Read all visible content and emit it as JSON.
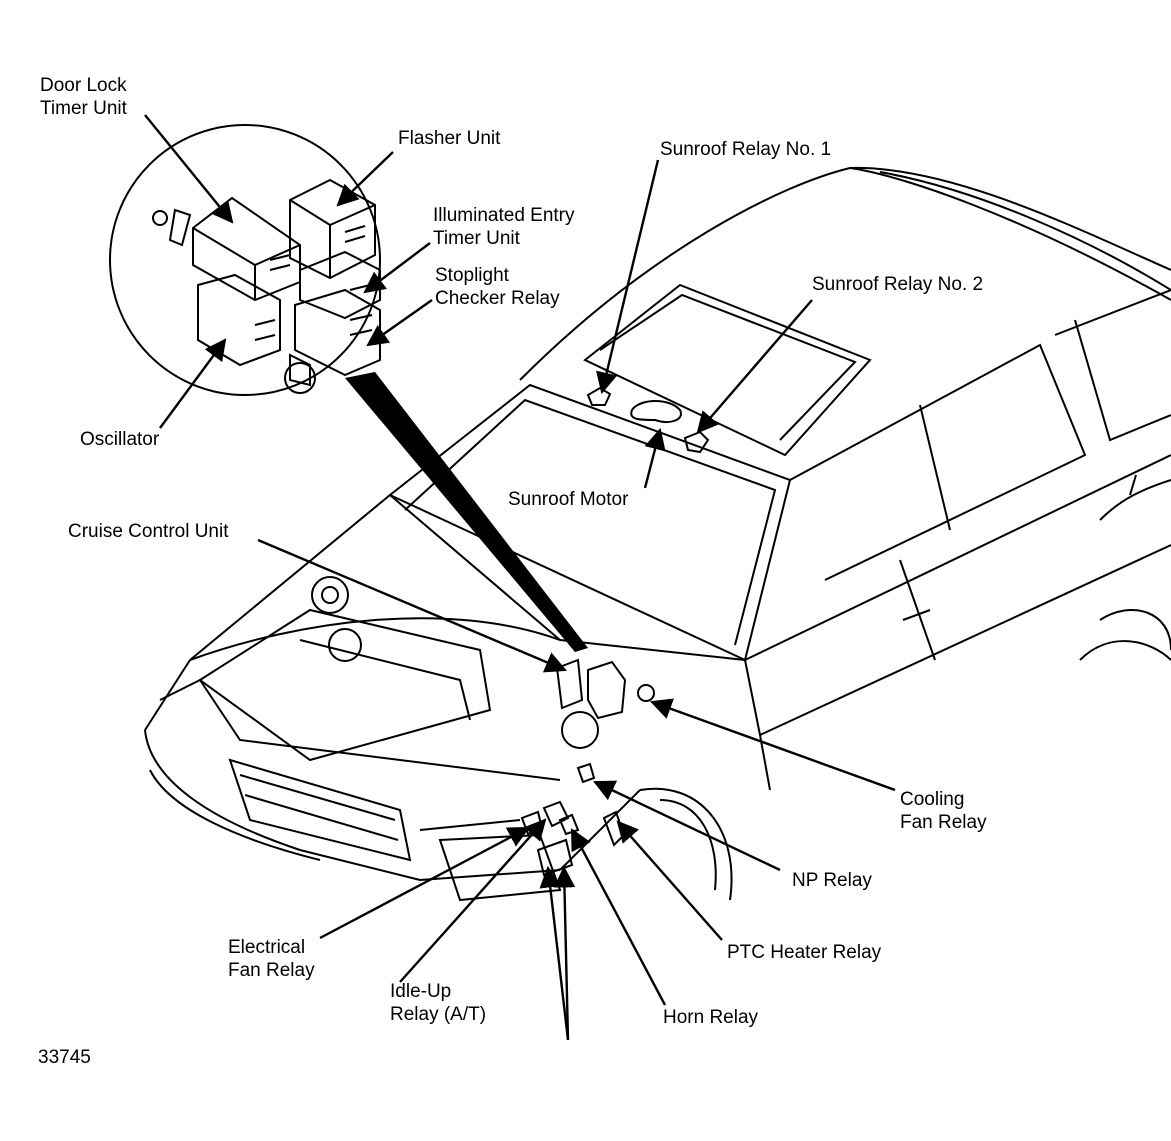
{
  "figure_id": "33745",
  "labels": {
    "door_lock_timer_unit": [
      "Door Lock",
      "Timer Unit"
    ],
    "flasher_unit": "Flasher Unit",
    "illuminated_entry_timer_unit": [
      "Illuminated Entry",
      "Timer Unit"
    ],
    "stoplight_checker_relay": [
      "Stoplight",
      "Checker Relay"
    ],
    "oscillator": "Oscillator",
    "sunroof_relay_no1": "Sunroof Relay No. 1",
    "sunroof_relay_no2": "Sunroof Relay No. 2",
    "sunroof_motor": "Sunroof Motor",
    "cruise_control_unit": "Cruise Control Unit",
    "cooling_fan_relay": [
      "Cooling",
      "Fan Relay"
    ],
    "np_relay": "NP Relay",
    "ptc_heater_relay": "PTC Heater Relay",
    "electrical_fan_relay": [
      "Electrical",
      "Fan Relay"
    ],
    "idle_up_relay": [
      "Idle-Up",
      "Relay (A/T)"
    ],
    "horn_relay": "Horn Relay"
  },
  "colors": {
    "ink": "#000000",
    "paper": "#ffffff"
  }
}
